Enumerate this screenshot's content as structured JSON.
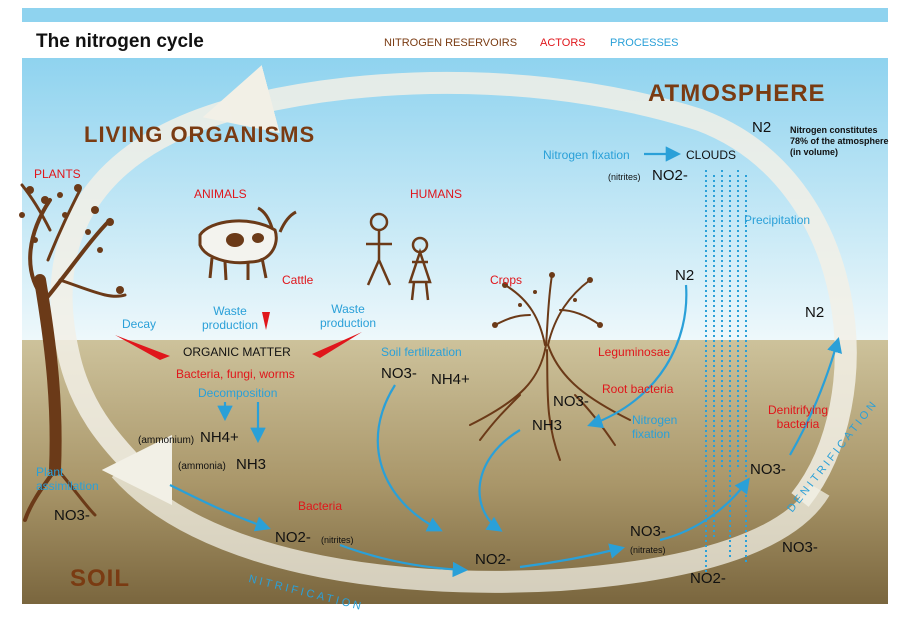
{
  "title": "The nitrogen cycle",
  "legend": {
    "reservoirs": "NITROGEN RESERVOIRS",
    "actors": "ACTORS",
    "processes": "PROCESSES"
  },
  "reservoirs": {
    "atmosphere": "ATMOSPHERE",
    "living": "LIVING ORGANISMS",
    "soil": "SOIL"
  },
  "actors": {
    "plants": "PLANTS",
    "animals": "ANIMALS",
    "humans": "HUMANS",
    "cattle": "Cattle",
    "crops": "Crops",
    "leguminosae": "Leguminosae",
    "root_bacteria": "Root bacteria",
    "bacteria_fungi": "Bacteria, fungi, worms",
    "bacteria": "Bacteria",
    "denitrifying": [
      "Denitrifying",
      "bacteria"
    ]
  },
  "processes": {
    "nitrogen_fixation_top": "Nitrogen fixation",
    "precipitation": "Precipitation",
    "decay": "Decay",
    "waste1": [
      "Waste",
      "production"
    ],
    "waste2": [
      "Waste",
      "production"
    ],
    "soil_fertilization": "Soil fertilization",
    "decomposition": "Decomposition",
    "nitrogen_fixation_root": [
      "Nitrogen",
      "fixation"
    ],
    "plant_assimilation": [
      "Plant",
      "assimilation"
    ],
    "nitrification": "NITRIFICATION",
    "denitrification": "DENITRIFICATION"
  },
  "labels": {
    "clouds": "CLOUDS",
    "organic_matter": "ORGANIC MATTER",
    "nitrites": "(nitrites)",
    "nitrites2": "(nitrites)",
    "nitrates": "(nitrates)",
    "ammonium": "(ammonium)",
    "ammonia": "(ammonia)",
    "n2_note": [
      "Nitrogen constitutes",
      "78% of the atmosphere",
      "(in volume)"
    ]
  },
  "chemicals": {
    "n2_atm": "N2",
    "no2_clouds": "NO2-",
    "n2_mid": "N2",
    "n2_right": "N2",
    "no3_fert": "NO3-",
    "nh4_fert": "NH4+",
    "no3_root": "NO3-",
    "nh3_root": "NH3",
    "nh4_decomp": "NH4+",
    "nh3_decomp": "NH3",
    "no3_left": "NO3-",
    "no2_mid": "NO2-",
    "no2_bottom": "NO2-",
    "no3_nitrates": "NO3-",
    "no3_denit": "NO3-",
    "no2_clouds_bottom": "NO2-",
    "no3_right": "NO3-"
  },
  "colors": {
    "sky_top": "#8fd3ef",
    "sky_bottom": "#e9f6fb",
    "soil_top": "#c9bd95",
    "soil_bottom": "#7d6a41",
    "reservoir": "#7a3b12",
    "actor": "#e0161b",
    "process": "#2aa0d8",
    "cycle_ring": "#f2f0e6"
  }
}
